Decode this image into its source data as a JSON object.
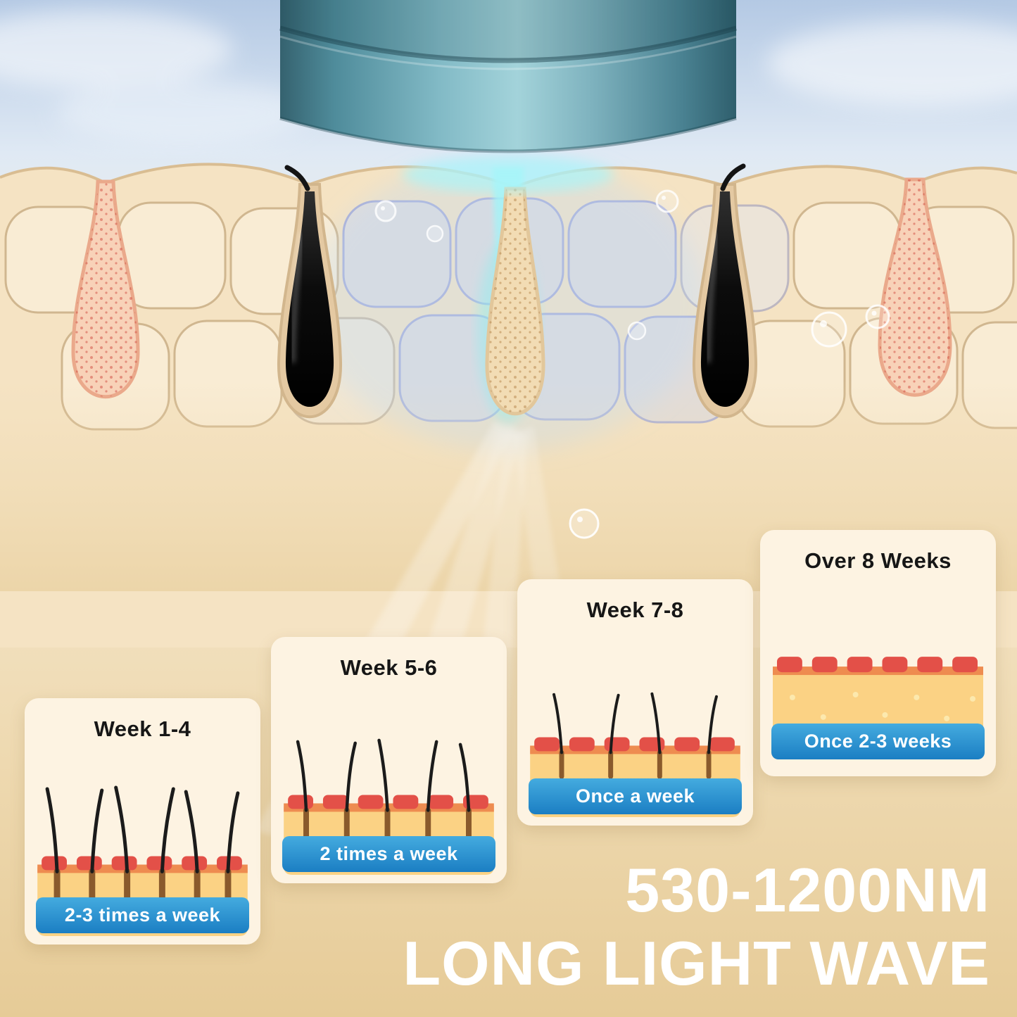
{
  "cards": [
    {
      "title": "Week 1-4",
      "badge": "2-3 times a week"
    },
    {
      "title": "Week 5-6",
      "badge": "2 times a week"
    },
    {
      "title": "Week 7-8",
      "badge": "Once a week"
    },
    {
      "title": "Over 8 Weeks",
      "badge": "Once 2-3 weeks"
    }
  ],
  "footer": {
    "line1": "530-1200NM",
    "line2": "LONG LIGHT WAVE"
  },
  "colors": {
    "badge_blue": "#2395d6",
    "device_teal": "#6aa9b6",
    "card_background": "#fdf3e2",
    "beam_cyan": "#9ef2f4",
    "text_white": "#ffffff"
  }
}
